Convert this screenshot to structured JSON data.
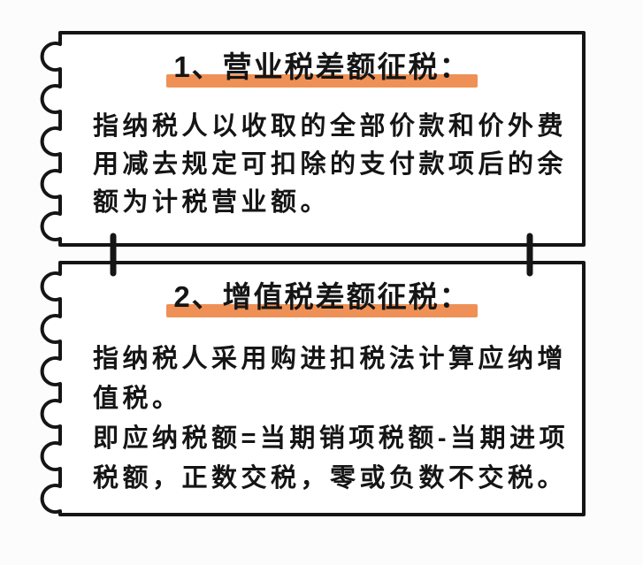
{
  "page": {
    "background_color": "#fcfcfc",
    "card_fill_color": "#ffffff",
    "border_color": "#151515",
    "text_color": "#151515",
    "highlight_color": "#ef9156"
  },
  "cards": [
    {
      "number": "1",
      "title": "1、营业税差额征税：",
      "body_lines": [
        "指纳税人以收取的全部价款和价外费",
        "用减去规定可扣除的支付款项后的余",
        "额为计税营业额。"
      ]
    },
    {
      "number": "2",
      "title": "2、增值税差额征税：",
      "body_lines": [
        "指纳税人采用购进扣税法计算应纳增",
        "值税。",
        "即应纳税额=当期销项税额-当期进项",
        "税额，正数交税，零或负数不交税。"
      ]
    }
  ]
}
